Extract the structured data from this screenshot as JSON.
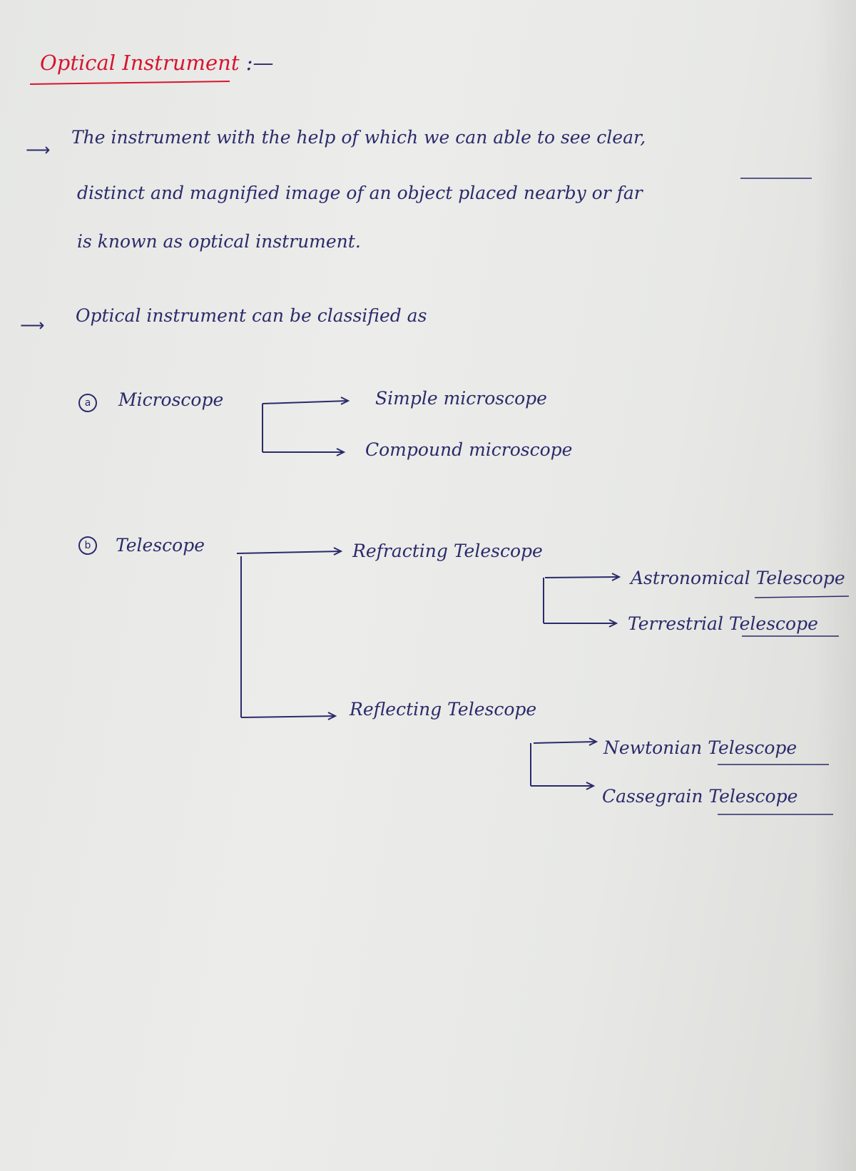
{
  "title": "Optical Instrument",
  "title_suffix": ":—",
  "definition": {
    "line1": "The instrument with the help of which we can able to see clear,",
    "line2": "distinct and magnified image of an object placed nearby or far",
    "line3": "is known as optical instrument."
  },
  "classification_intro": "Optical instrument can be classified as",
  "items": {
    "a": {
      "marker": "a",
      "label": "Microscope",
      "branches": [
        "Simple microscope",
        "Compound microscope"
      ]
    },
    "b": {
      "marker": "b",
      "label": "Telescope",
      "refracting": {
        "label": "Refracting Telescope",
        "branches": [
          "Astronomical Telescope",
          "Terrestrial Telescope"
        ]
      },
      "reflecting": {
        "label": "Reflecting Telescope",
        "branches": [
          "Newtonian Telescope",
          "Cassegrain Telescope"
        ]
      }
    }
  },
  "colors": {
    "ink_blue": "#2b2a6b",
    "ink_red": "#d6152e",
    "paper": "#ececea"
  }
}
